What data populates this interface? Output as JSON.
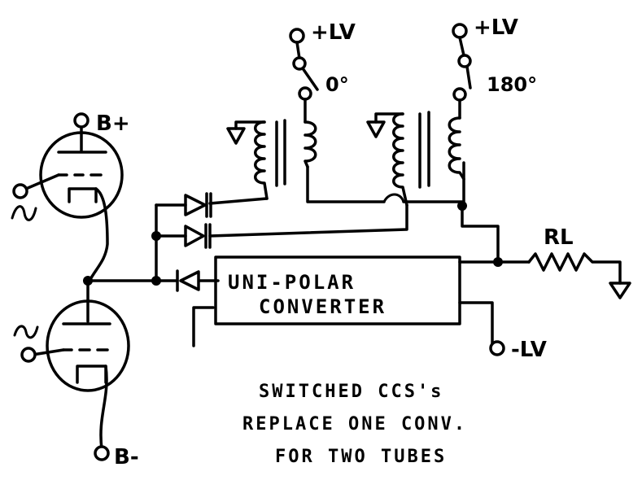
{
  "labels": {
    "lv_left": "+LV",
    "lv_right": "+LV",
    "phase_left": "0°",
    "phase_right": "180°",
    "b_plus": "B+",
    "b_minus": "B-",
    "rl": "RL",
    "neg_lv": "-LV",
    "converter_line1": "UNI-POLAR",
    "converter_line2": "CONVERTER"
  },
  "note": {
    "line1": "SWITCHED CCS's",
    "line2": "REPLACE ONE CONV.",
    "line3": "FOR TWO TUBES"
  },
  "colors": {
    "ink": "#000000",
    "paper": "#ffffff"
  }
}
